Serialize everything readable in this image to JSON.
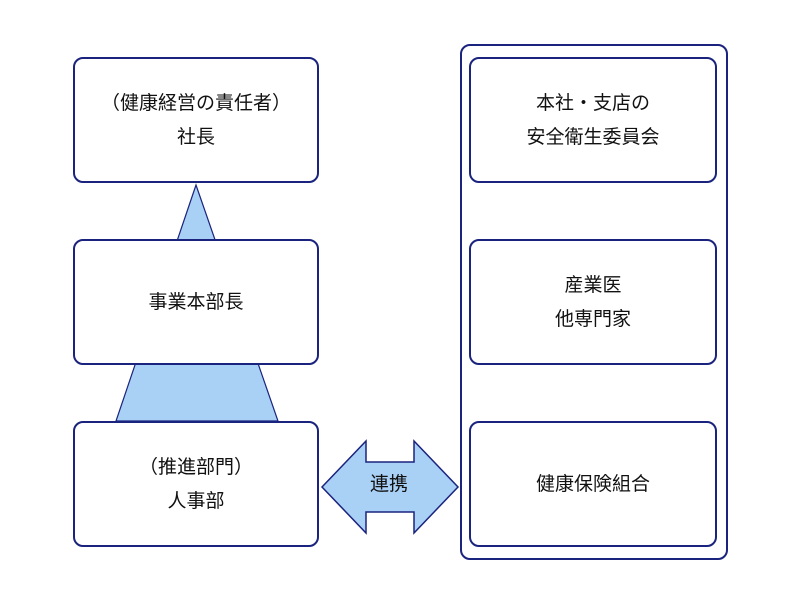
{
  "colors": {
    "box_border": "#1a237e",
    "pyramid_fill": "#a9d0f5",
    "pyramid_stroke": "#1a237e",
    "arrow_fill": "#a9d0f5",
    "arrow_stroke": "#1a237e"
  },
  "left_column": {
    "ceo": {
      "line1": "（健康経営の責任者）",
      "line2": "社長"
    },
    "division": {
      "line1": "事業本部長"
    },
    "hr": {
      "line1": "（推進部門）",
      "line2": "人事部"
    }
  },
  "connector": {
    "label": "連携"
  },
  "right_column": {
    "safety_committee": {
      "line1": "本社・支店の",
      "line2": "安全衛生委員会"
    },
    "doctor": {
      "line1": "産業医",
      "line2": "他専門家"
    },
    "health_insurance": {
      "line1": "健康保険組合"
    }
  }
}
